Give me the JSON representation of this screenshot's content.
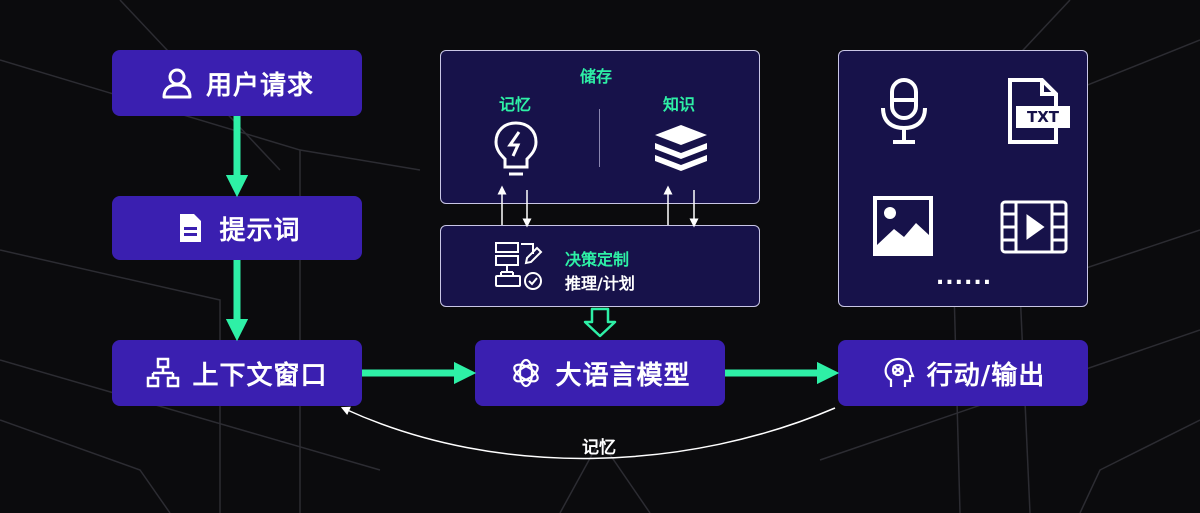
{
  "nodes": {
    "user_request": "用户请求",
    "prompt": "提示词",
    "context_window": "上下文窗口",
    "llm": "大语言模型",
    "action_output": "行动/输出"
  },
  "storage": {
    "title": "储存",
    "memory": "记忆",
    "knowledge": "知识"
  },
  "decision": {
    "title": "决策定制",
    "subtitle": "推理/计划"
  },
  "modalities": {
    "txt_label": "TXT",
    "ellipsis": "......"
  },
  "feedback_label": "记忆",
  "colors": {
    "node_fill": "#3a1fb0",
    "panel_fill": "#17124a",
    "accent_green": "#2ef0a6",
    "background": "#0b0b0d"
  }
}
